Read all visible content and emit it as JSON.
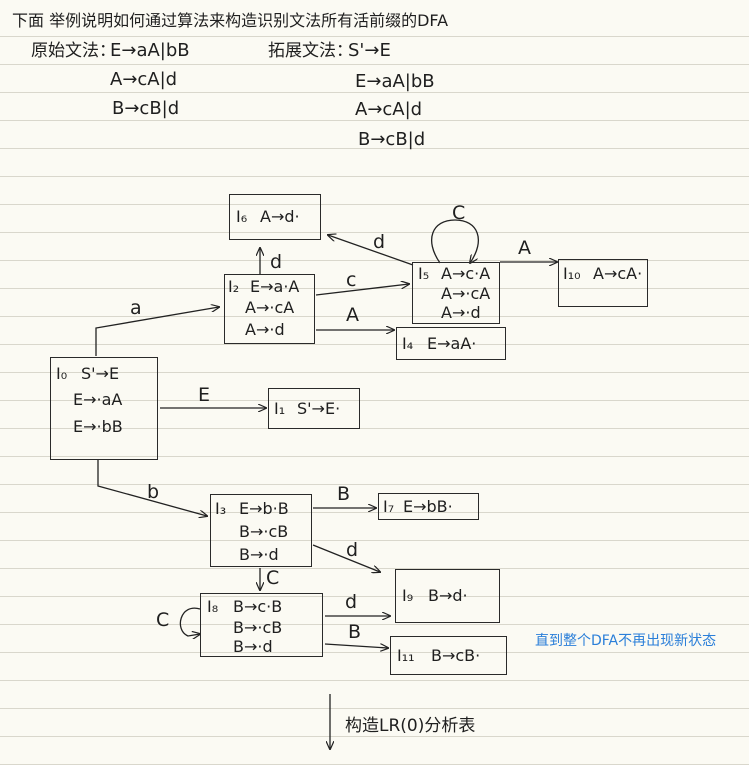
{
  "header": {
    "title": "下面 举例说明如何通过算法来构造识别文法所有活前缀的DFA",
    "original_label": "原始文法：",
    "original_rules": [
      "E→aA|bB",
      "A→cA|d",
      "B→cB|d"
    ],
    "extended_label": "拓展文法：",
    "extended_rules": [
      "S'→E",
      "E→aA|bB",
      "A→cA|d",
      "B→cB|d"
    ]
  },
  "states": {
    "I0": {
      "name": "I₀",
      "items": [
        "S'→E",
        "E→·aA",
        "E→·bB"
      ]
    },
    "I1": {
      "name": "I₁",
      "items": [
        "S'→E·"
      ]
    },
    "I2": {
      "name": "I₂",
      "items": [
        "E→a·A",
        "A→·cA",
        "A→·d"
      ]
    },
    "I3": {
      "name": "I₃",
      "items": [
        "E→b·B",
        "B→·cB",
        "B→·d"
      ]
    },
    "I4": {
      "name": "I₄",
      "items": [
        "E→aA·"
      ]
    },
    "I5": {
      "name": "I₅",
      "items": [
        "A→c·A",
        "A→·cA",
        "A→·d"
      ]
    },
    "I6": {
      "name": "I₆",
      "items": [
        "A→d·"
      ]
    },
    "I7": {
      "name": "I₇",
      "items": [
        "E→bB·"
      ]
    },
    "I8": {
      "name": "I₈",
      "items": [
        "B→c·B",
        "B→·cB",
        "B→·d"
      ]
    },
    "I9": {
      "name": "I₉",
      "items": [
        "B→d·"
      ]
    },
    "I10": {
      "name": "I₁₀",
      "items": [
        "A→cA·"
      ]
    },
    "I11": {
      "name": "I₁₁",
      "items": [
        "B→cB·"
      ]
    }
  },
  "transitions": [
    {
      "from": "I0",
      "to": "I2",
      "symbol": "a"
    },
    {
      "from": "I0",
      "to": "I1",
      "symbol": "E"
    },
    {
      "from": "I0",
      "to": "I3",
      "symbol": "b"
    },
    {
      "from": "I2",
      "to": "I6",
      "symbol": "d"
    },
    {
      "from": "I2",
      "to": "I5",
      "symbol": "c"
    },
    {
      "from": "I2",
      "to": "I4",
      "symbol": "A"
    },
    {
      "from": "I5",
      "to": "I5",
      "symbol": "C"
    },
    {
      "from": "I5",
      "to": "I6",
      "symbol": "d"
    },
    {
      "from": "I5",
      "to": "I10",
      "symbol": "A"
    },
    {
      "from": "I3",
      "to": "I7",
      "symbol": "B"
    },
    {
      "from": "I3",
      "to": "I9",
      "symbol": "d"
    },
    {
      "from": "I3",
      "to": "I8",
      "symbol": "C"
    },
    {
      "from": "I8",
      "to": "I8",
      "symbol": "C"
    },
    {
      "from": "I8",
      "to": "I9",
      "symbol": "d"
    },
    {
      "from": "I8",
      "to": "I11",
      "symbol": "B"
    }
  ],
  "note": "直到整个DFA不再出现新状态",
  "footer": "构造LR(0)分析表",
  "colors": {
    "ink": "#1f1f1f",
    "note": "#2b7fd9",
    "paper": "#fbfaf3",
    "rule": "#d9d7cc"
  }
}
